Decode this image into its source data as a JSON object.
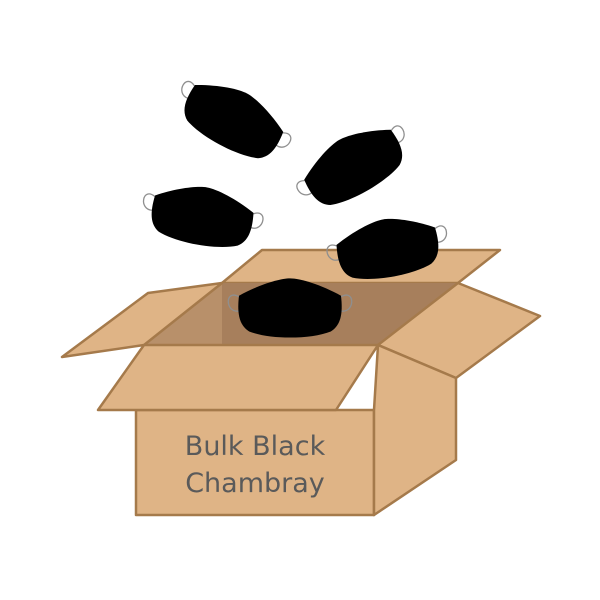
{
  "box": {
    "label_line1": "Bulk Black",
    "label_line2": "Chambray"
  },
  "colors": {
    "cardboard": "#dfb486",
    "cardboard_outline": "#a57a4b",
    "box_interior": "#a77f5c",
    "mask": "#000000",
    "ear_loop": "#8f8f8f",
    "label_text": "#5a5a5a",
    "background": "#ffffff"
  },
  "masks_count_visible": 5
}
